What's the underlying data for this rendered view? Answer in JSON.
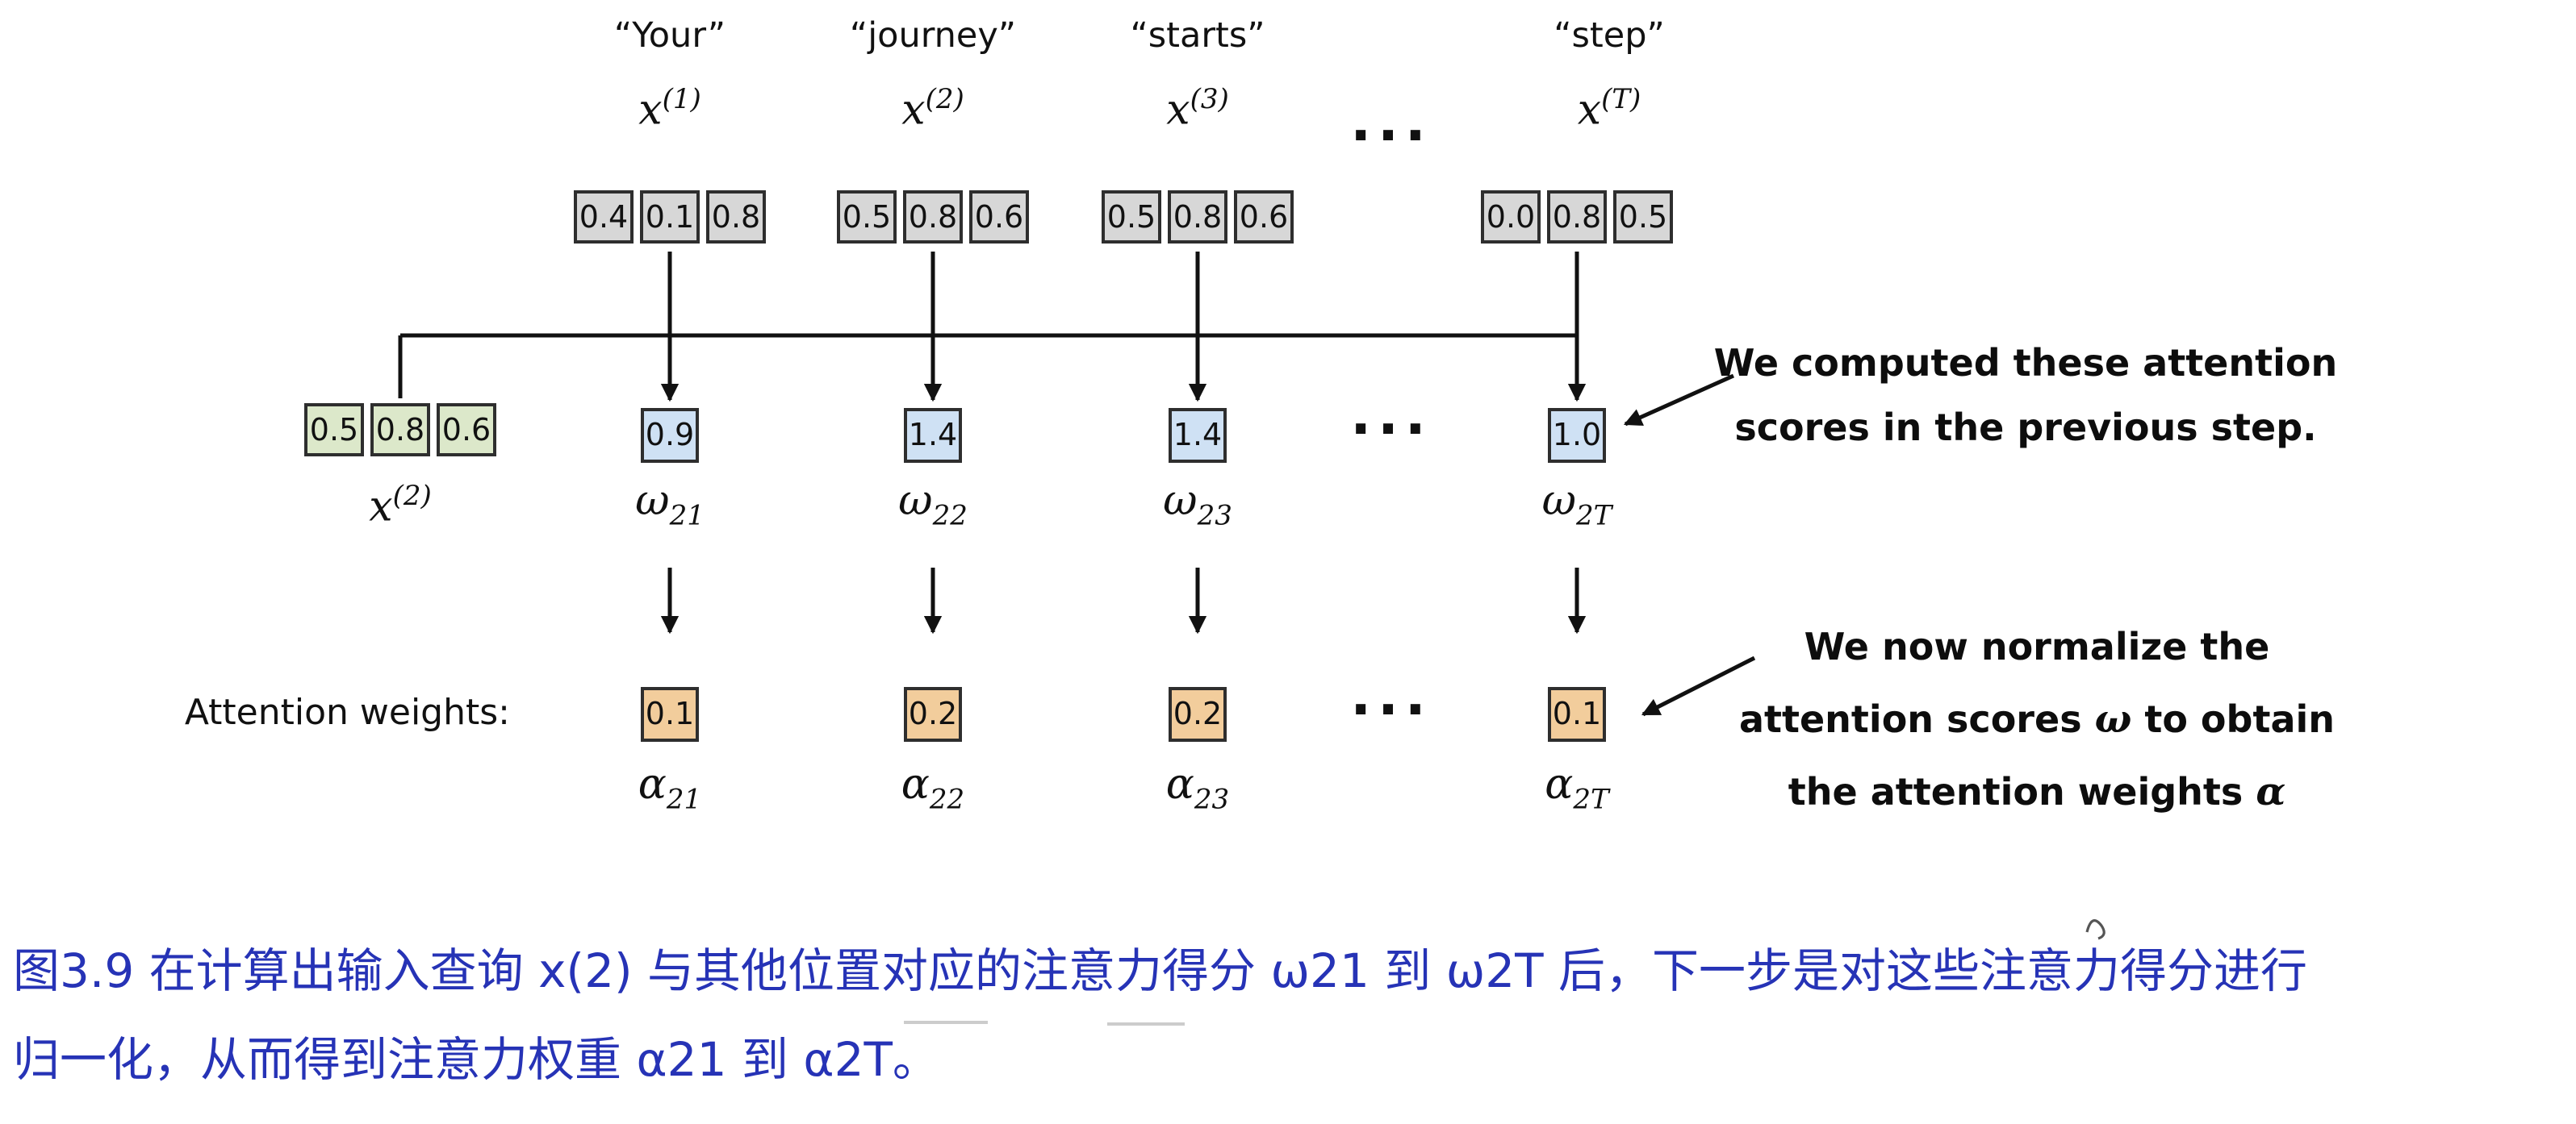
{
  "colors": {
    "embedding_box": "#d7d7d7",
    "query_box": "#dce8ca",
    "score_box": "#cfe1f4",
    "weight_box": "#f2cd9c",
    "line": "#111111",
    "caption_text": "#2633b6"
  },
  "columns": [
    {
      "word": "“Your”",
      "x_base": "x",
      "x_sup": "(1)",
      "vector": [
        "0.4",
        "0.1",
        "0.8"
      ],
      "score": "0.9",
      "score_base": "ω",
      "score_sub": "21",
      "weight": "0.1",
      "weight_base": "α",
      "weight_sub": "21"
    },
    {
      "word": "“journey”",
      "x_base": "x",
      "x_sup": "(2)",
      "vector": [
        "0.5",
        "0.8",
        "0.6"
      ],
      "score": "1.4",
      "score_base": "ω",
      "score_sub": "22",
      "weight": "0.2",
      "weight_base": "α",
      "weight_sub": "22"
    },
    {
      "word": "“starts”",
      "x_base": "x",
      "x_sup": "(3)",
      "vector": [
        "0.5",
        "0.8",
        "0.6"
      ],
      "score": "1.4",
      "score_base": "ω",
      "score_sub": "23",
      "weight": "0.2",
      "weight_base": "α",
      "weight_sub": "23"
    },
    {
      "word": "“step”",
      "x_base": "x",
      "x_sup": "(T)",
      "vector": [
        "0.0",
        "0.8",
        "0.5"
      ],
      "score": "1.0",
      "score_base": "ω",
      "score_sub": "2T",
      "weight": "0.1",
      "weight_base": "α",
      "weight_sub": "2T"
    }
  ],
  "query": {
    "vector": [
      "0.5",
      "0.8",
      "0.6"
    ],
    "x_base": "x",
    "x_sup": "(2)"
  },
  "ellipsis": "...",
  "labels": {
    "attention_weights": "Attention weights:"
  },
  "annotations": {
    "computed": {
      "line1": "We computed these attention",
      "line2": "scores in the previous step."
    },
    "normalize": {
      "line1": "We now normalize the",
      "line2_pre": "attention scores ",
      "line2_math": "ω",
      "line2_post": " to obtain",
      "line3_pre": "the attention weights ",
      "line3_math": "α"
    }
  },
  "caption": {
    "line1": "图3.9 在计算出输入查询 x(2) 与其他位置对应的注意力得分 ω21 到 ω2T 后，下一步是对这些注意力得分进行",
    "line2": "归一化，从而得到注意力权重 α21 到 α2T。"
  }
}
